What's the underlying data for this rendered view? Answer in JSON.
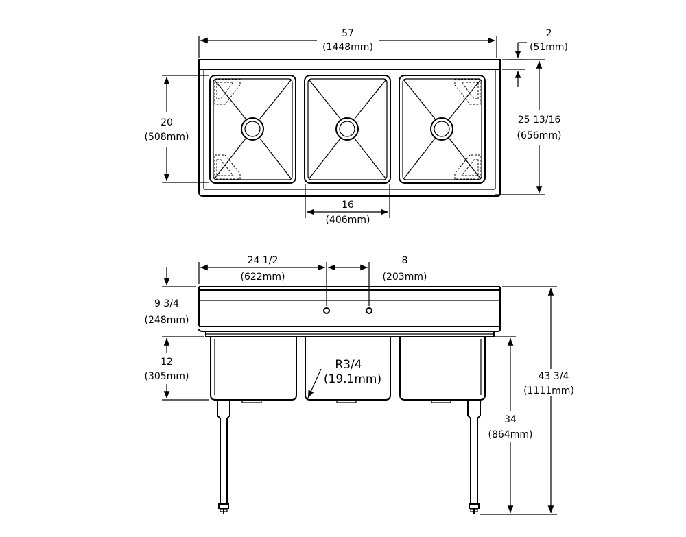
{
  "dimensions": {
    "overall_width": {
      "imperial": "57",
      "metric": "(1448mm)"
    },
    "backsplash_height": {
      "imperial": "2",
      "metric": "(51mm)"
    },
    "bowl_depth": {
      "imperial": "20",
      "metric": "(508mm)"
    },
    "overall_depth": {
      "imperial": "25 13/16",
      "metric": "(656mm)"
    },
    "bowl_width": {
      "imperial": "16",
      "metric": "(406mm)"
    },
    "faucet_center": {
      "imperial": "24 1/2",
      "metric": "(622mm)"
    },
    "faucet_spacing": {
      "imperial": "8",
      "metric": "(203mm)"
    },
    "splash_height": {
      "imperial": "9 3/4",
      "metric": "(248mm)"
    },
    "bowl_height": {
      "imperial": "12",
      "metric": "(305mm)"
    },
    "corner_radius": {
      "imperial": "R3/4",
      "metric": "(19.1mm)"
    },
    "overall_height": {
      "imperial": "43 3/4",
      "metric": "(1111mm)"
    },
    "rim_height": {
      "imperial": "34",
      "metric": "(864mm)"
    }
  }
}
